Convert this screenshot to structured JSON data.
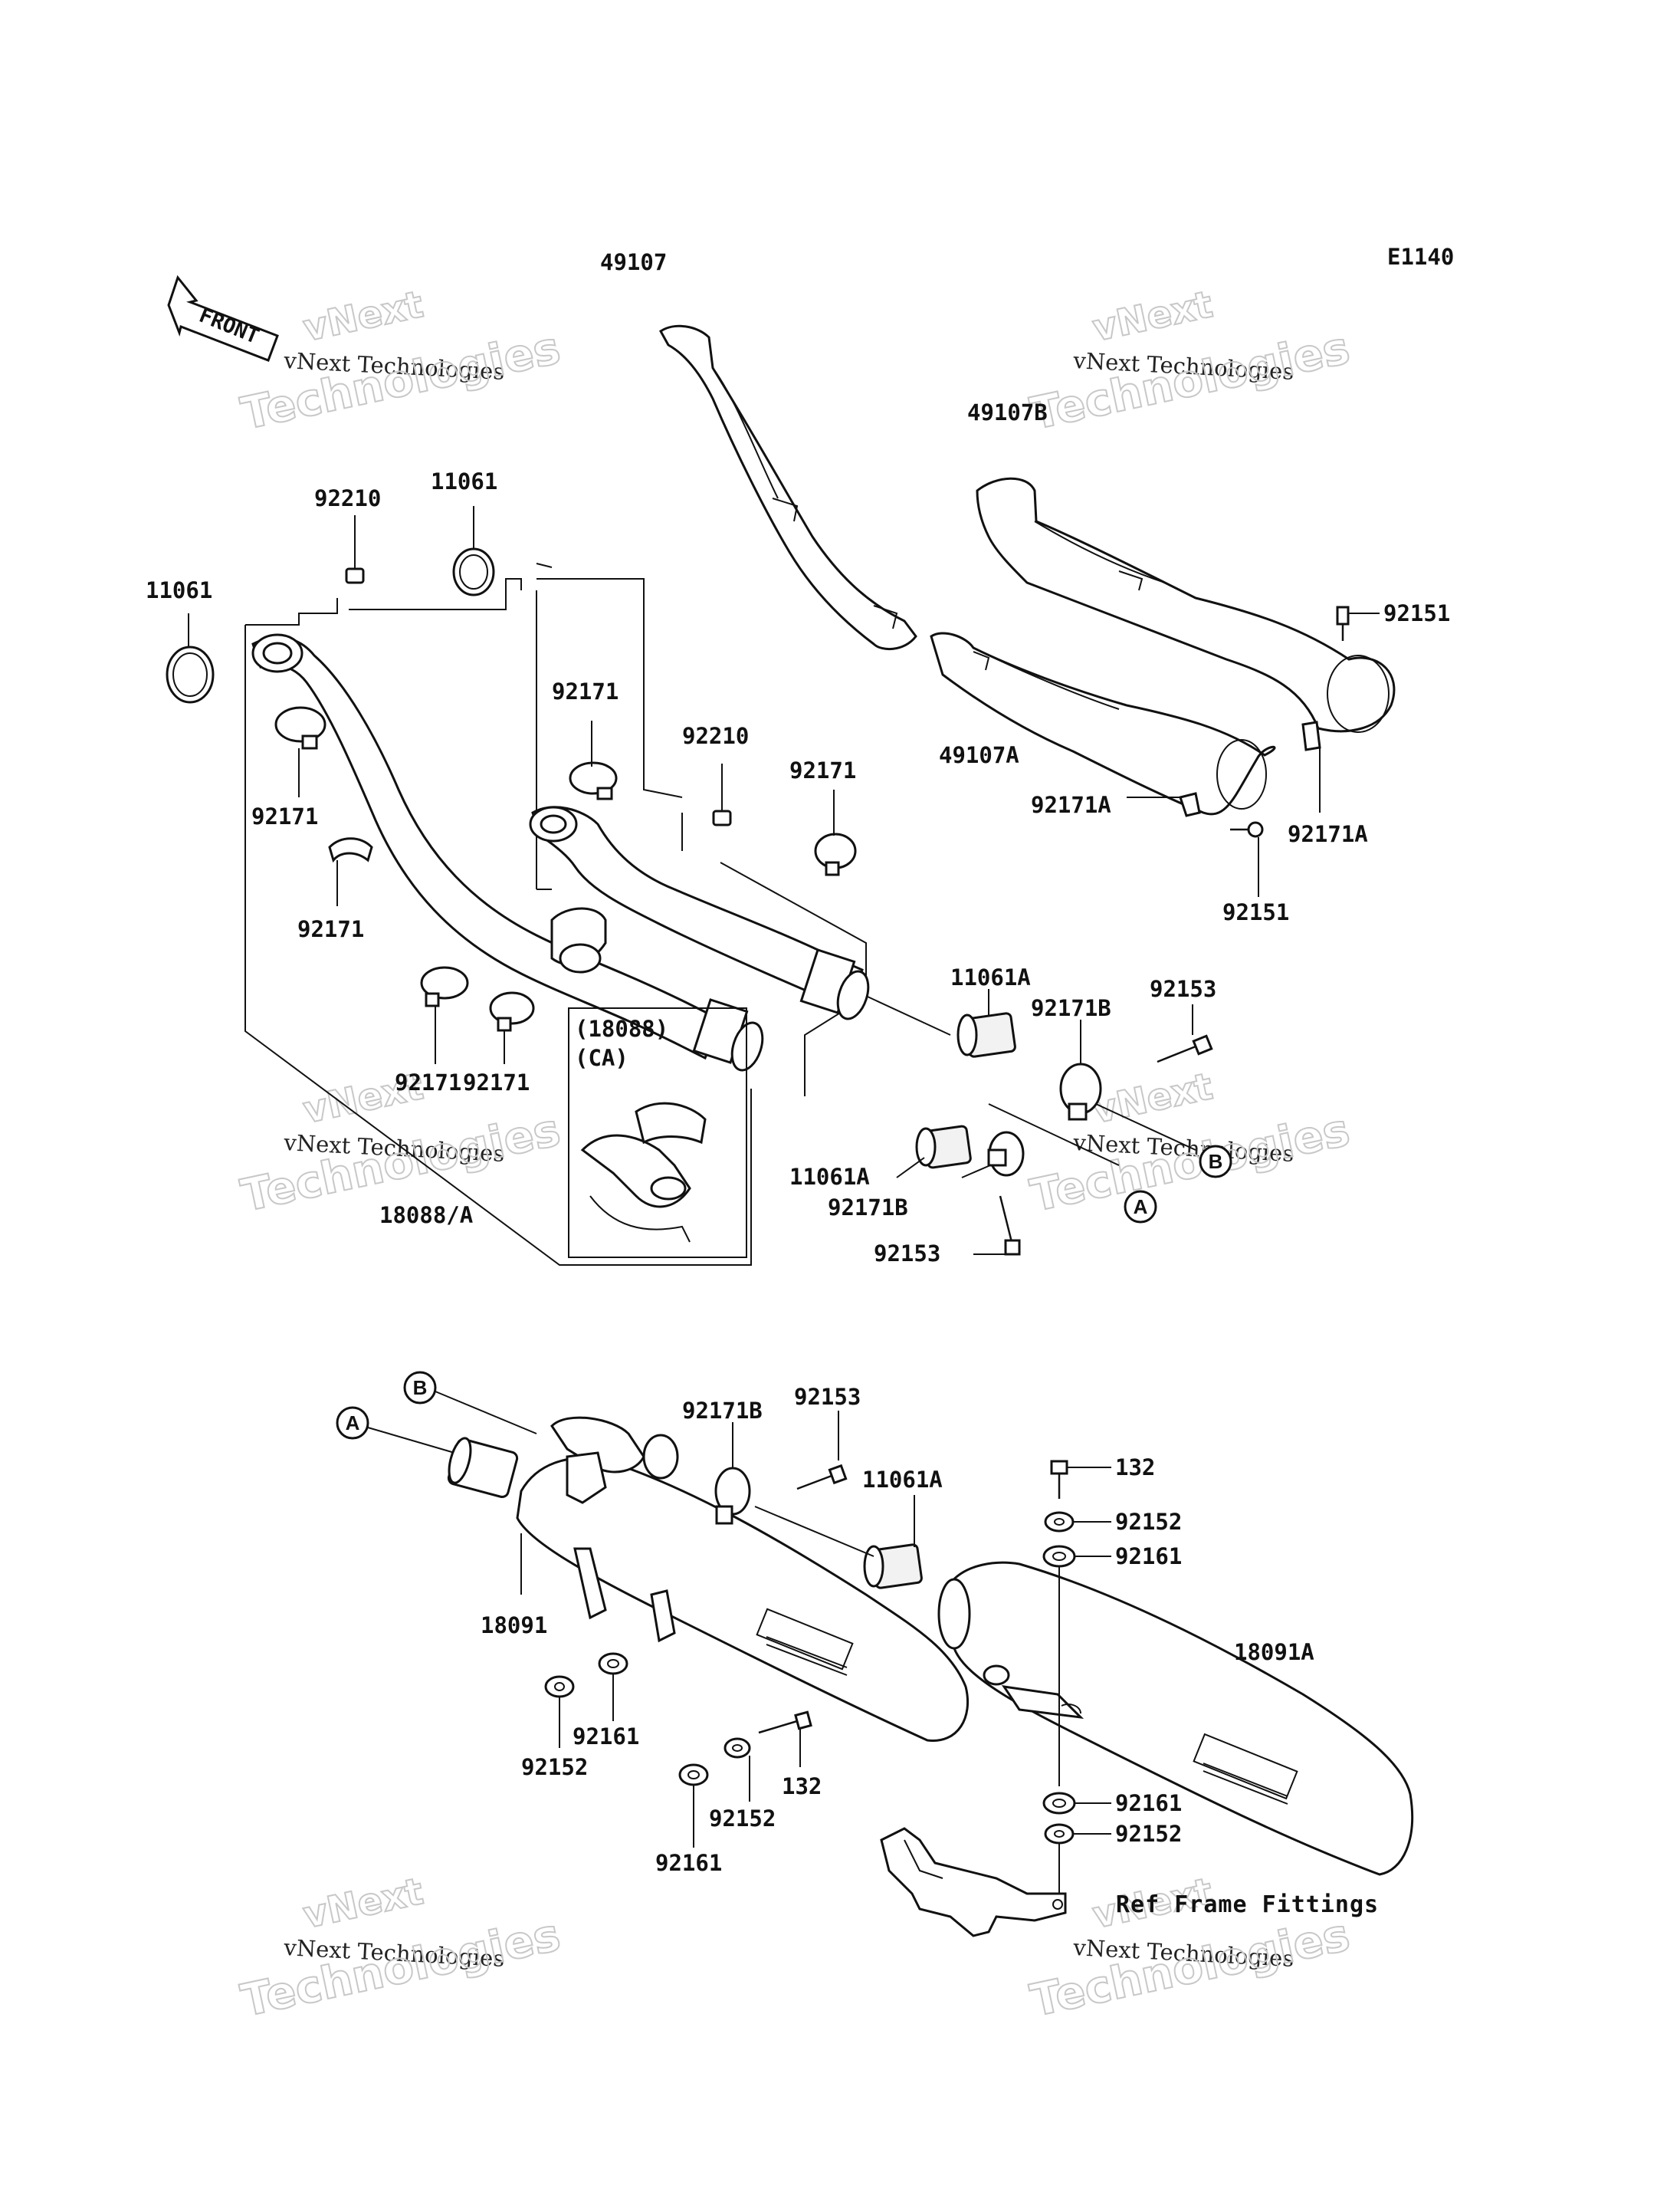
{
  "diagram_code": "E1140",
  "front_arrow_label": "FRONT",
  "watermark": {
    "line1": "vNext",
    "line2": "vNext Technologies",
    "line3": "Technologies"
  },
  "inset": {
    "line1": "(18088)",
    "line2": "(CA)"
  },
  "ref_note": "Ref Frame Fittings",
  "markers": {
    "a": "A",
    "b": "B"
  },
  "parts": {
    "p49107": "49107",
    "p49107b": "49107B",
    "p49107a": "49107A",
    "p92151_top": "92151",
    "p92151_bot": "92151",
    "p92171a_left": "92171A",
    "p92171a_right": "92171A",
    "p92210_left": "92210",
    "p92210_mid": "92210",
    "p11061_left": "11061",
    "p11061_top": "11061",
    "p92171_1": "92171",
    "p92171_2": "92171",
    "p92171_3": "92171",
    "p92171_4": "92171",
    "p92171_5": "92171",
    "p92171_6": "92171",
    "p18088a": "18088/A",
    "p11061a_1": "11061A",
    "p11061a_2": "11061A",
    "p11061a_3": "11061A",
    "p92171b_1": "92171B",
    "p92171b_2": "92171B",
    "p92171b_3": "92171B",
    "p92153_1": "92153",
    "p92153_2": "92153",
    "p92153_3": "92153",
    "p132_right": "132",
    "p132_left": "132",
    "p92152_r1": "92152",
    "p92152_r2": "92152",
    "p92152_l1": "92152",
    "p92152_l2": "92152",
    "p92161_r1": "92161",
    "p92161_r2": "92161",
    "p92161_l1": "92161",
    "p92161_l2": "92161",
    "p18091": "18091",
    "p18091a": "18091A"
  }
}
